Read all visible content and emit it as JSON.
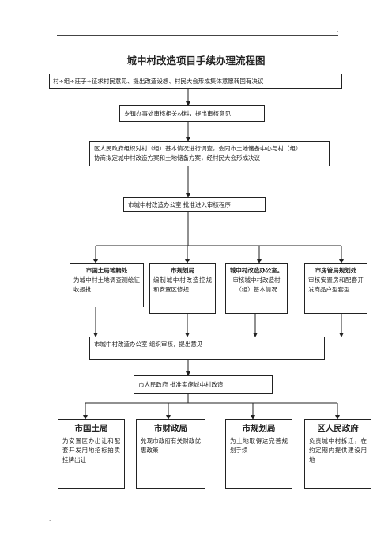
{
  "header": {
    "dot_top": ".",
    "dot_bottom": "."
  },
  "title": "城中村改造项目手续办理流程图",
  "steps": {
    "step1": "村÷组÷莊子÷征求村民意见、提出改造设想、村民大会形成集体意愿转国有决议",
    "step2": "乡镇办事处审核相关材料，提出审核意见",
    "step3_line1": "区人民政府组织对村（组）基本情况进行调查，会同市土地储备中心与村（组）",
    "step3_line2": "协商拟定城中村改造方案和土地储备方案，经村民大会形成决议",
    "step4": "市城中村改造办公室    批准进入审核程序",
    "step5": "市城中村改造办公室    组织审核，提出意见",
    "step6": "市人民政府    批准实施城中村改造"
  },
  "review_boxes": [
    {
      "title": "市国土局地籍处",
      "body": "为城中村土地调查测绘征收报批"
    },
    {
      "title": "市规划局",
      "body": "编制城中村改造控规和安置区修规"
    },
    {
      "title": "城中村改造办公室。",
      "body": "审核城中村改造村（组）基本情况"
    },
    {
      "title": "市房管局规划处",
      "body": "审核安置房和配套开发商品户型套型"
    }
  ],
  "final_boxes": [
    {
      "title": "市国土局",
      "body": "为安置区办出让和配套开发用地招标拍卖挂牌出让"
    },
    {
      "title": "市财政局",
      "body": "兑现市政府有关财政优惠政策"
    },
    {
      "title": "市规划局",
      "body": "为土地取得这完善规划手续"
    },
    {
      "title": "区人民政府",
      "body": "负责城中村拆迁，在约定期内提供建设用地"
    }
  ]
}
